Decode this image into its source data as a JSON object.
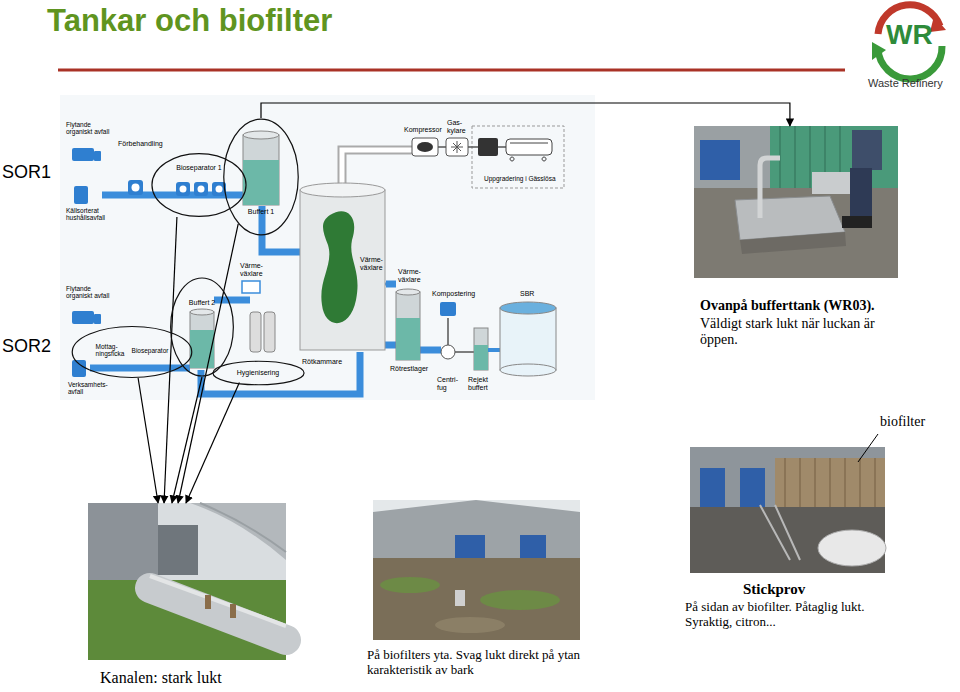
{
  "diagram": {
    "title": "Tankar och biofilter",
    "nodes": [
      {
        "text": [
          "Bioseparator 1"
        ]
      },
      {
        "text": [
          "Buffert 1"
        ]
      },
      {
        "text": [
          "Buffert 2"
        ]
      },
      {
        "text": [
          "Mottag-ningsficka",
          "Bioseparator"
        ]
      },
      {
        "text": [
          "Hygienisering"
        ]
      },
      {
        "text": [
          "Ovanpå bufferttank (WR03).",
          "Väldigt stark lukt när luckan är öppen."
        ]
      },
      {
        "text": [
          "Kanalen: stark lukt"
        ]
      },
      {
        "text": [
          "På biofilters yta. Svag lukt direkt på ytan karakteristik av bark"
        ]
      },
      {
        "text": [
          "Stickprov",
          "På sidan av biofilter. Påtaglig lukt. Syraktig, citron..."
        ]
      }
    ],
    "edges": [
      {
        "from": 1,
        "to": 5,
        "arrow": "to"
      },
      {
        "from": 0,
        "to": 6,
        "arrow": "to"
      },
      {
        "from": 1,
        "to": 6,
        "arrow": "to"
      },
      {
        "from": 2,
        "to": 6,
        "arrow": "to"
      },
      {
        "from": 3,
        "to": 6,
        "arrow": "to"
      },
      {
        "from": 4,
        "to": 6,
        "arrow": "to"
      }
    ],
    "labels": [
      "WR",
      "Waste Refinery",
      "SOR1",
      "SOR2",
      "Flytande organiskt avfall",
      "Källsorterat hushållsavfall",
      "Förbehandling",
      "Kompressor",
      "Gas-kylare",
      "Uppgradering i Gässlösa",
      "Värme-växlare",
      "Rötkammare",
      "Värme-växlare",
      "Kompostering",
      "SBR",
      "Värme-växlare",
      "Rötrestlager",
      "Centri-fug",
      "Rejekt buffert",
      "Flytande organiskt avfall",
      "Verksamhets-avfall",
      "biofilter"
    ]
  }
}
